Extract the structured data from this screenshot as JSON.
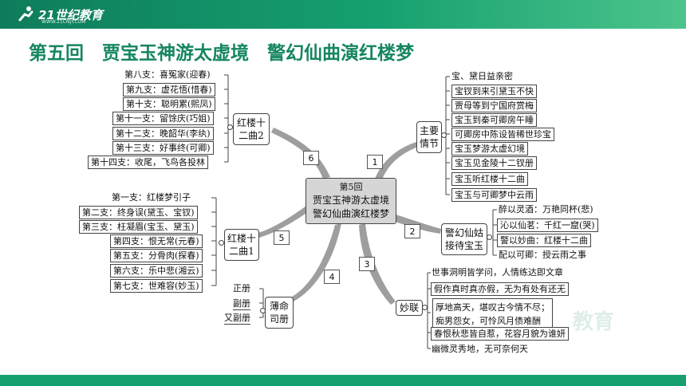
{
  "header": {
    "logo_text": "21世纪教育",
    "logo_url": "WWW.21CNJY.COM"
  },
  "title": "第五回　贾宝玉神游太虚境　警幻仙曲演红楼梦",
  "center": {
    "line1": "第5回",
    "line2": "贾宝玉神游太虚境",
    "line3": "警幻仙曲演红楼梦"
  },
  "branches": {
    "b1": {
      "num": "1",
      "label1": "主要",
      "label2": "情节",
      "items": [
        "宝、黛日益亲密",
        "宝钗到来引黛玉不快",
        "贾母等到宁国府赏梅",
        "宝玉到秦可卿房午睡",
        "可卿房中陈设皆稀世珍宝",
        "宝玉梦游太虚幻境",
        "宝玉见金陵十二钗册",
        "宝玉听红楼十二曲",
        "宝玉与可卿梦中云雨"
      ]
    },
    "b2": {
      "num": "2",
      "label1": "警幻仙姑",
      "label2": "接待宝玉",
      "items": [
        "醉以灵酒：万艳同杯(悲)",
        "沁以仙茗：千红一窟(哭)",
        "警以妙曲：红楼十二曲",
        "配以可卿：授云雨之事"
      ]
    },
    "b3": {
      "num": "3",
      "label1": "妙联",
      "items": [
        "世事洞明皆学问，人情练达即文章",
        "假作真时真亦假，无为有处有还无",
        "厚地高天，堪叹古今情不尽；",
        "痴男怨女，可怜风月债难酬",
        "春恨秋悲皆自惹，花容月貌为谁妍",
        "幽微灵秀地，无可奈何天"
      ]
    },
    "b4": {
      "num": "4",
      "label1": "薄命",
      "label2": "司册",
      "items": [
        "正册",
        "副册",
        "又副册"
      ]
    },
    "b5": {
      "num": "5",
      "label1": "红楼十",
      "label2": "二曲1",
      "items": [
        "第一支：红楼梦引子",
        "第二支：终身误(黛玉、宝钗)",
        "第三支：枉凝眉(宝玉、黛玉)",
        "第四支：恨无常(元春)",
        "第五支：分骨肉(探春)",
        "第六支：乐中悲(湘云)",
        "第七支：世难容(妙玉)"
      ]
    },
    "b6": {
      "num": "6",
      "label1": "红楼十",
      "label2": "二曲2",
      "items": [
        "第八支：喜冤家(迎春)",
        "第九支：虚花悟(惜春)",
        "第十支：聪明累(熙凤)",
        "第十一支：留馀庆(巧姐)",
        "第十二支：晚韶华(李纨)",
        "第十三支：好事终(可卿)",
        "第十四支：收尾，飞鸟各投林"
      ]
    }
  },
  "watermark": "教育",
  "colors": {
    "header_green": "#16a06f",
    "title_green": "#16865f",
    "branch_gray": "#9a9a9a"
  }
}
